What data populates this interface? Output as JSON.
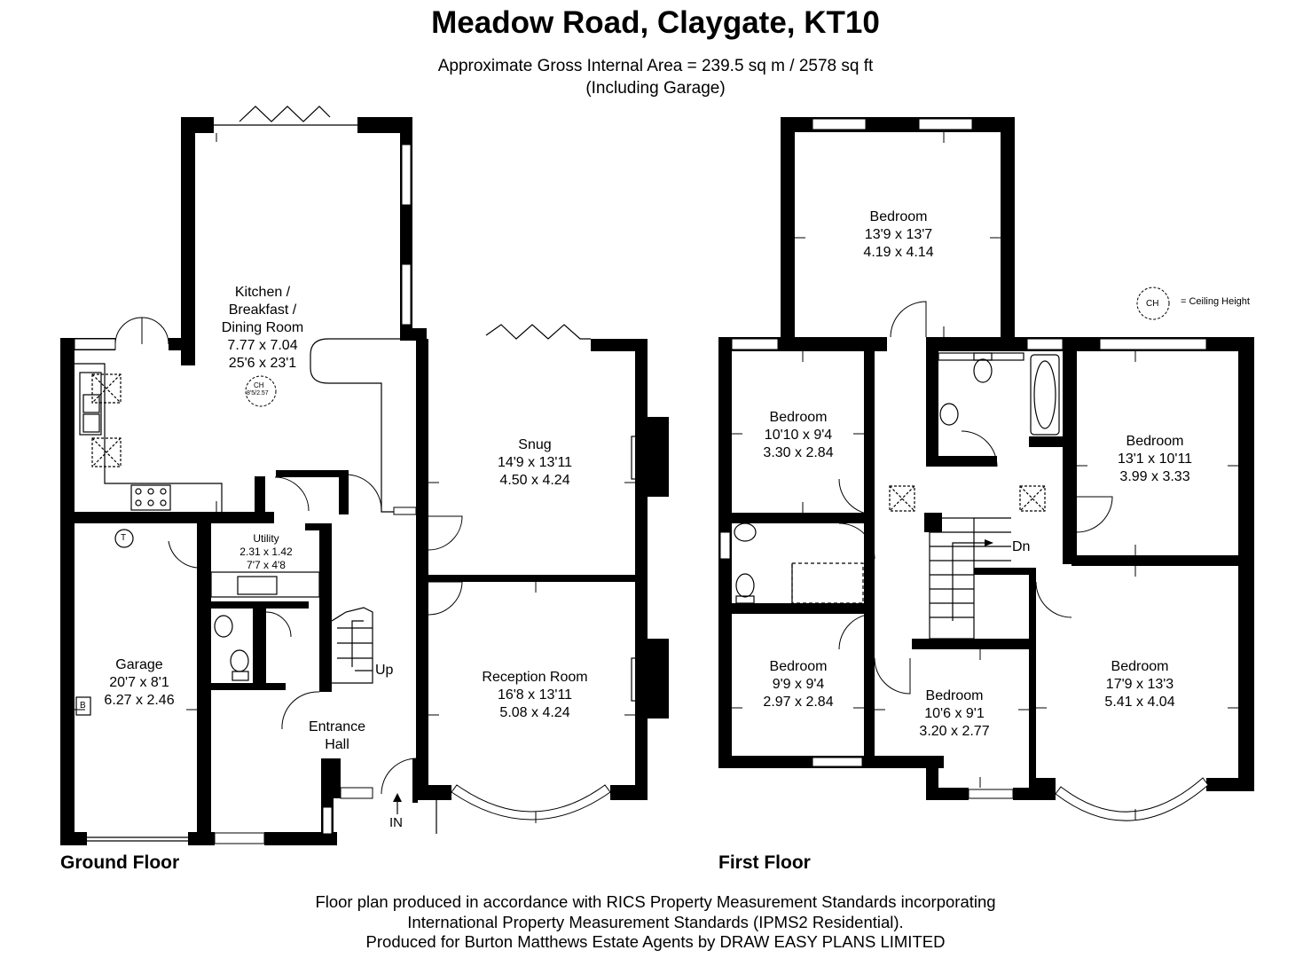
{
  "title": "Meadow Road, Claygate, KT10",
  "area_line1": "Approximate Gross Internal Area = 239.5 sq m / 2578 sq ft",
  "area_line2": "(Including Garage)",
  "legend": {
    "symbol": "CH",
    "text": "= Ceiling Height"
  },
  "ground_floor": {
    "label": "Ground Floor",
    "rooms": [
      {
        "l1": "Kitchen /",
        "l2": "Breakfast /",
        "l3": "Dining Room",
        "l4": "7.77 x 7.04",
        "l5": "25'6 x 23'1"
      },
      {
        "l1": "Snug",
        "l2": "14'9 x 13'11",
        "l3": "4.50 x 4.24"
      },
      {
        "l1": "Utility",
        "l2": "2.31 x 1.42",
        "l3": "7'7 x 4'8"
      },
      {
        "l1": "Garage",
        "l2": "20'7 x 8'1",
        "l3": "6.27 x 2.46"
      },
      {
        "l1": "Reception Room",
        "l2": "16'8 x 13'11",
        "l3": "5.08 x 4.24"
      },
      {
        "l1": "Entrance",
        "l2": "Hall"
      }
    ],
    "ceiling_height": {
      "symbol": "CH",
      "value": "8'5/2.57"
    },
    "up": "Up",
    "in": "IN",
    "thermostat": "T",
    "boiler": "B"
  },
  "first_floor": {
    "label": "First Floor",
    "rooms": [
      {
        "l1": "Bedroom",
        "l2": "13'9 x 13'7",
        "l3": "4.19 x 4.14"
      },
      {
        "l1": "Bedroom",
        "l2": "10'10 x 9'4",
        "l3": "3.30 x 2.84"
      },
      {
        "l1": "Bedroom",
        "l2": "13'1 x 10'11",
        "l3": "3.99 x 3.33"
      },
      {
        "l1": "Bedroom",
        "l2": "9'9 x 9'4",
        "l3": "2.97 x 2.84"
      },
      {
        "l1": "Bedroom",
        "l2": "10'6 x 9'1",
        "l3": "3.20 x 2.77"
      },
      {
        "l1": "Bedroom",
        "l2": "17'9 x 13'3",
        "l3": "5.41 x 4.04"
      }
    ],
    "down": "Dn"
  },
  "footer": {
    "line1": "Floor plan produced in accordance with RICS Property Measurement Standards incorporating",
    "line2": "International Property Measurement Standards (IPMS2 Residential).",
    "line3": "Produced for Burton Matthews Estate Agents by DRAW EASY PLANS LIMITED"
  }
}
